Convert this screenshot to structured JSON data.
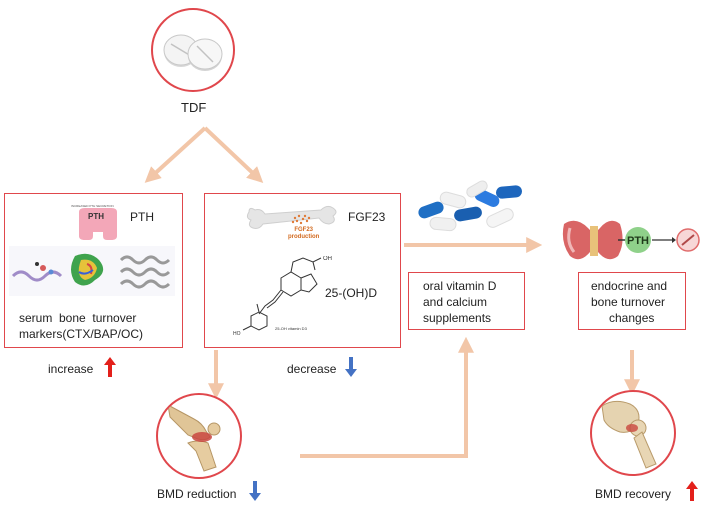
{
  "nodes": {
    "drug_label": "TDF",
    "left_box": {
      "pth_label": "PTH",
      "pth_tiny_caption": "INCREASED PTH SECRETION",
      "pth_gland_text": "PTH",
      "markers_line1": "serum  bone  turnover",
      "markers_line2": "markers(CTX/BAP/OC)"
    },
    "mid_box": {
      "fgf_label": "FGF23",
      "fgf_bone_text_line1": "FGF23",
      "fgf_bone_text_line2": "production",
      "vitd_label": "25-(OH)D",
      "vitd_caption": "25-OH vitamin D3",
      "struct_oh": "OH",
      "struct_ho": "HO"
    },
    "supplements_box": {
      "line1": "oral vitamin D",
      "line2": "and calcium",
      "line3": "supplements"
    },
    "endocrine_box": {
      "line1": "endocrine and",
      "line2": "bone turnover",
      "line3": "changes"
    },
    "endocrine_pth_text": "PTH",
    "increase_label": "increase",
    "decrease_label": "decrease",
    "bmd_reduction_label": "BMD reduction",
    "bmd_recovery_label": "BMD recovery"
  },
  "colors": {
    "box_border": "#e0474c",
    "flow_arrow": "#f2c6a8",
    "up_arrow": "#e3201b",
    "down_arrow": "#4472c4",
    "pth_green": "#8fd18a"
  },
  "icons": {
    "drug": "pill-icon",
    "pth_gland": "parathyroid-icon",
    "bone": "bone-icon",
    "vitamin_d_structure": "molecule-structure-icon",
    "capsules": "capsules-icon",
    "thyroid": "thyroid-icon",
    "knee": "knee-joint-icon",
    "hip": "hip-joint-icon"
  }
}
